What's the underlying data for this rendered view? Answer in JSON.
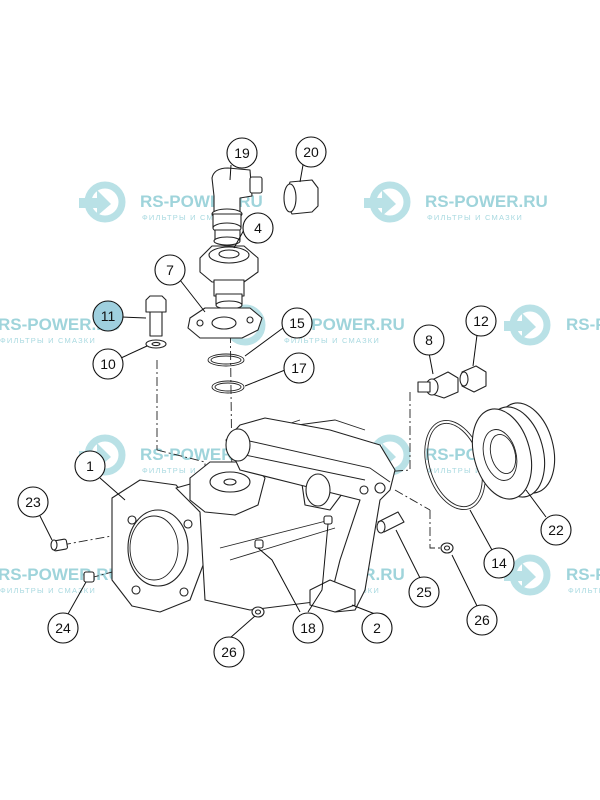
{
  "watermark": {
    "brand": "RS-POWER.RU",
    "sub": "ФИЛЬТРЫ И СМАЗКИ"
  },
  "callouts": [
    {
      "id": "c19",
      "label": "19"
    },
    {
      "id": "c20",
      "label": "20"
    },
    {
      "id": "c4",
      "label": "4"
    },
    {
      "id": "c7",
      "label": "7"
    },
    {
      "id": "c11",
      "label": "11"
    },
    {
      "id": "c10",
      "label": "10"
    },
    {
      "id": "c15",
      "label": "15"
    },
    {
      "id": "c17",
      "label": "17"
    },
    {
      "id": "c8",
      "label": "8"
    },
    {
      "id": "c12",
      "label": "12"
    },
    {
      "id": "c1",
      "label": "1"
    },
    {
      "id": "c23",
      "label": "23"
    },
    {
      "id": "c24",
      "label": "24"
    },
    {
      "id": "c26a",
      "label": "26"
    },
    {
      "id": "c18",
      "label": "18"
    },
    {
      "id": "c2",
      "label": "2"
    },
    {
      "id": "c25",
      "label": "25"
    },
    {
      "id": "c26b",
      "label": "26"
    },
    {
      "id": "c14",
      "label": "14"
    },
    {
      "id": "c22",
      "label": "22"
    }
  ]
}
